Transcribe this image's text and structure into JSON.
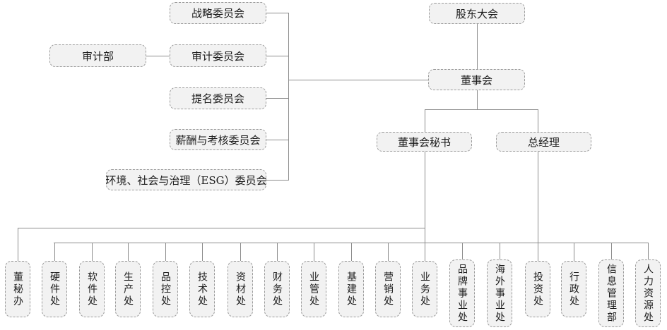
{
  "colors": {
    "background": "#ffffff",
    "box_fill": "#f2f2f2",
    "box_border": "#9a9a9a",
    "connector": "#8c8c8c",
    "text": "#1c1c1c"
  },
  "governance": {
    "shareholders_meeting": "股东大会",
    "board_of_directors": "董事会",
    "board_secretary": "董事会秘书",
    "general_manager": "总经理"
  },
  "committees": {
    "strategy": "战略委员会",
    "audit_department": "审计部",
    "audit": "审计委员会",
    "nomination": "提名委员会",
    "remuneration": "薪酬与考核委员会",
    "esg": "环境、社会与治理（ESG）委员会"
  },
  "departments": [
    "董秘办",
    "硬件处",
    "软件处",
    "生产处",
    "品控处",
    "技术处",
    "资材处",
    "财务处",
    "业管处",
    "基建处",
    "营销处",
    "业务处",
    "品牌事业处",
    "海外事业处",
    "投资处",
    "行政处",
    "信息管理部",
    "人力资源处"
  ],
  "edges": [
    [
      "shareholders_meeting",
      "board_of_directors"
    ],
    [
      "board_of_directors",
      "strategy"
    ],
    [
      "board_of_directors",
      "audit"
    ],
    [
      "board_of_directors",
      "nomination"
    ],
    [
      "board_of_directors",
      "remuneration"
    ],
    [
      "board_of_directors",
      "esg"
    ],
    [
      "audit",
      "audit_department"
    ],
    [
      "board_of_directors",
      "board_secretary"
    ],
    [
      "board_of_directors",
      "general_manager"
    ],
    [
      "board_secretary",
      "董秘办"
    ],
    [
      "general_manager",
      "departments_2_to_18"
    ]
  ]
}
